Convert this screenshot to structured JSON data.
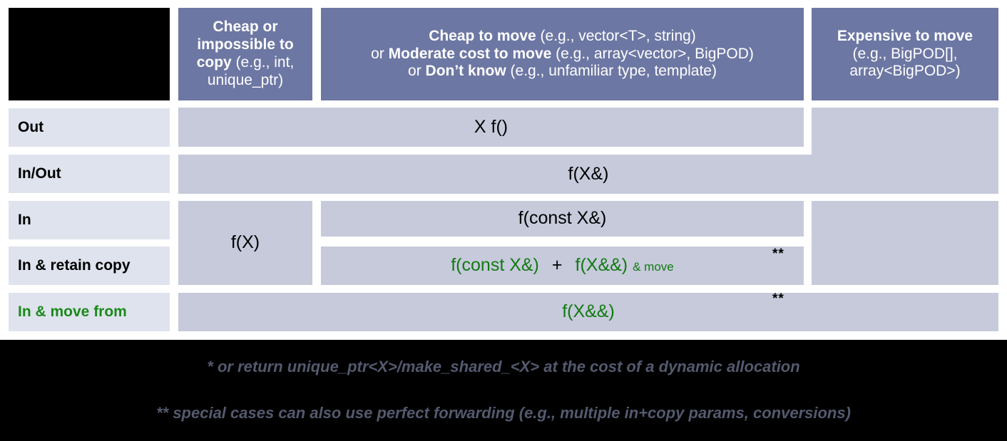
{
  "slide": {
    "title": "C++ parameter and return value passing guidance table",
    "colors": {
      "header_bg": "#6d77a3",
      "header_text": "#ffffff",
      "row_label_bg": "#dfe3ed",
      "body_cell_bg": "#c6cadb",
      "accent_green": "#1a8a1a",
      "cell_green": "#127a12",
      "background": "#000000",
      "table_bg": "#ffffff",
      "footnote_text": "#545a6e"
    }
  },
  "header": {
    "corner": "",
    "columns": [
      {
        "id": "cheap-or-impossible-to-copy",
        "strong1": "Cheap or impossible to copy",
        "rest1": " (e.g., int, unique_ptr)"
      },
      {
        "id": "cheap-to-move",
        "line1_strong": "Cheap to move",
        "line1_rest": " (e.g., vector<T>, string)",
        "line2_prefix": "or ",
        "line2_strong": "Moderate cost to move",
        "line2_rest": " (e.g., array<vector>, BigPOD)",
        "line3_prefix": "or ",
        "line3_strong": "Don’t know",
        "line3_rest": " (e.g., unfamiliar type, template)"
      },
      {
        "id": "expensive-to-move",
        "strong1": "Expensive to move",
        "rest1": " (e.g., BigPOD[], array<BigPOD>)",
        "line1": "Expensive to move",
        "line2": "(e.g., BigPOD[],",
        "line3": "array<BigPOD>)"
      }
    ]
  },
  "rows": [
    {
      "id": "out",
      "label": "Out",
      "green_label": false
    },
    {
      "id": "in-out",
      "label": "In/Out",
      "green_label": false
    },
    {
      "id": "in",
      "label": "In",
      "green_label": false
    },
    {
      "id": "in-and-retain-copy",
      "label": "In & retain copy",
      "green_label": false
    },
    {
      "id": "in-and-move-from",
      "label": "In & move from",
      "green_label": true
    }
  ],
  "cells": {
    "out_main": "X f()",
    "inout_main": "f(X&)",
    "in_cheap_copy": "f(X)",
    "in_main": "f(const X&)",
    "retain_part1": "f(const X&)",
    "retain_plus": "+",
    "retain_part2": "f(X&&)",
    "retain_suffix": "& move",
    "retain_mark": "**",
    "movefrom_main": "f(X&&)",
    "movefrom_mark": "**"
  },
  "footnotes": [
    "* or return unique_ptr<X>/make_shared_<X> at the cost of a dynamic allocation",
    "** special cases can also use perfect forwarding (e.g., multiple in+copy params, conversions)"
  ]
}
